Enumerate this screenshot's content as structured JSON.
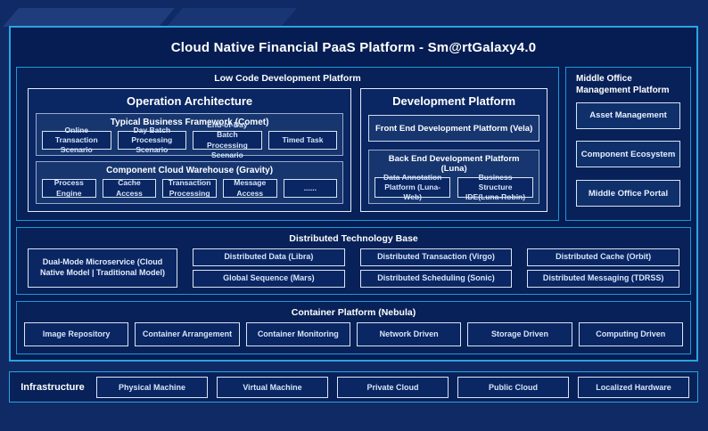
{
  "title": "Cloud Native Financial PaaS Platform - Sm@rtGalaxy4.0",
  "colors": {
    "accent_border": "#2aa4e0",
    "background": "#102a66",
    "panel_fill": "#051d52",
    "group_fill": "#17366f",
    "heading_text": "#ffffff",
    "leaf_text": "#d6e5fa"
  },
  "low_code": {
    "label": "Low Code Development Platform",
    "operation_architecture": {
      "title": "Operation Architecture",
      "typical_business": {
        "title": "Typical Business Framework (Comet)",
        "items": [
          "Online Transaction Scenario",
          "Day Batch Processing Scenario",
          "End-of-Day Batch Processing Scenario",
          "Timed Task"
        ]
      },
      "component_cloud": {
        "title": "Component Cloud Warehouse (Gravity)",
        "items": [
          "Process Engine",
          "Cache Access",
          "Transaction Processing",
          "Message Access",
          "......"
        ]
      }
    },
    "development_platform": {
      "title": "Development Platform",
      "front_end": "Front End Development Platform (Vela)",
      "back_end": {
        "title": "Back End Development Platform (Luna)",
        "items": [
          "Data Annotation Platform (Luna-Web)",
          "Business Structure IDE(Luna-Robin)"
        ]
      }
    }
  },
  "middle_office": {
    "label": "Middle Office Management Platform",
    "items": [
      "Asset Management",
      "Component Ecosystem",
      "Middle Office Portal"
    ]
  },
  "distributed": {
    "label": "Distributed Technology Base",
    "dual_mode": "Dual-Mode Microservice (Cloud Native Model | Traditional Model)",
    "items": [
      "Distributed Data (Libra)",
      "Distributed Transaction (Virgo)",
      "Distributed Cache (Orbit)",
      "Global Sequence (Mars)",
      "Distributed Scheduling (Sonic)",
      "Distributed Messaging (TDRSS)"
    ]
  },
  "container_platform": {
    "label": "Container Platform (Nebula)",
    "items": [
      "Image Repository",
      "Container Arrangement",
      "Container Monitoring",
      "Network Driven",
      "Storage Driven",
      "Computing Driven"
    ]
  },
  "infrastructure": {
    "label": "Infrastructure",
    "items": [
      "Physical Machine",
      "Virtual Machine",
      "Private Cloud",
      "Public Cloud",
      "Localized Hardware"
    ]
  }
}
